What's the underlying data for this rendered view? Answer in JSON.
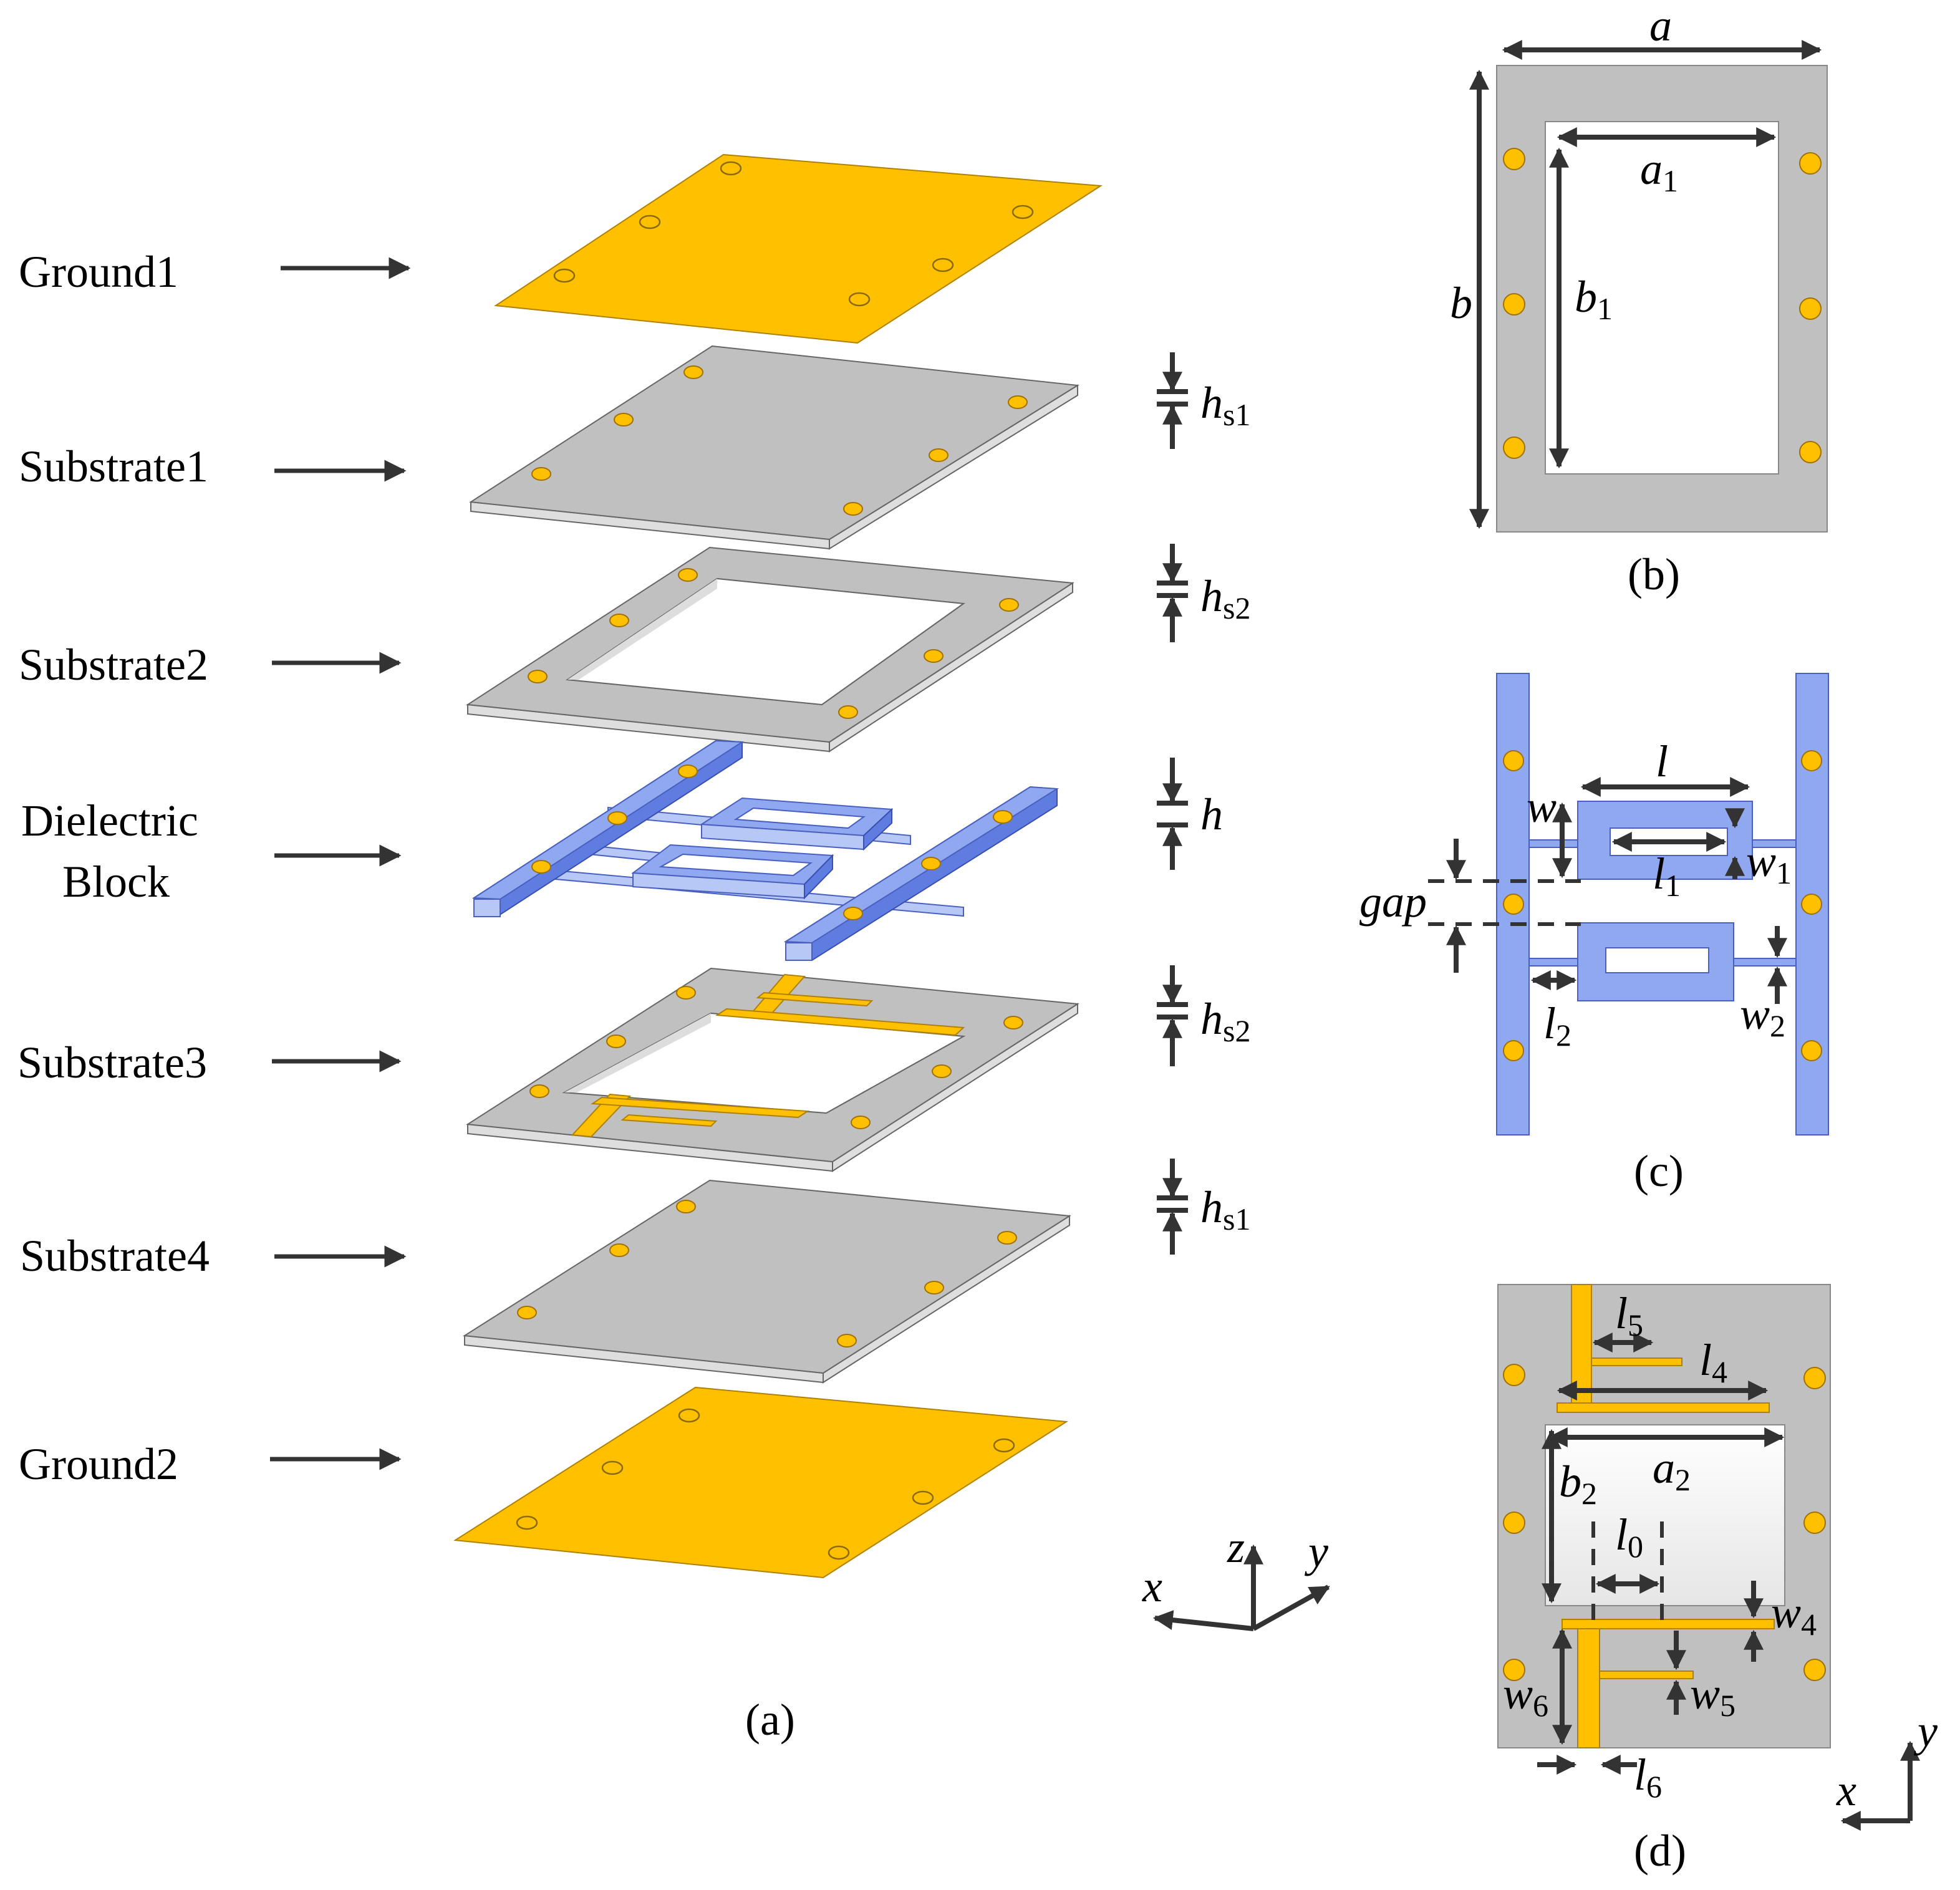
{
  "layers": {
    "ground1": "Ground1",
    "substrate1": "Substrate1",
    "substrate2": "Substrate2",
    "dielectric_line1": "Dielectric",
    "dielectric_line2": "Block",
    "substrate3": "Substrate3",
    "substrate4": "Substrate4",
    "ground2": "Ground2"
  },
  "thickness_labels": {
    "hs1_base": "h",
    "hs1_sub": "s1",
    "hs2_base": "h",
    "hs2_sub": "s2",
    "h": "h"
  },
  "axes_a": {
    "x": "x",
    "y": "y",
    "z": "z"
  },
  "axes_d": {
    "x": "x",
    "y": "y"
  },
  "panel_b": {
    "a": "a",
    "a1_base": "a",
    "a1_sub": "1",
    "b": "b",
    "b1_base": "b",
    "b1_sub": "1"
  },
  "panel_c": {
    "l": "l",
    "w": "w",
    "l1_base": "l",
    "l1_sub": "1",
    "w1_base": "w",
    "w1_sub": "1",
    "gap": "gap",
    "l2_base": "l",
    "l2_sub": "2",
    "w2_base": "w",
    "w2_sub": "2"
  },
  "panel_d": {
    "l5_base": "l",
    "l5_sub": "5",
    "l4_base": "l",
    "l4_sub": "4",
    "a2_base": "a",
    "a2_sub": "2",
    "b2_base": "b",
    "b2_sub": "2",
    "l0_base": "l",
    "l0_sub": "0",
    "w4_base": "w",
    "w4_sub": "4",
    "w5_base": "w",
    "w5_sub": "5",
    "w6_base": "w",
    "w6_sub": "6",
    "l6_base": "l",
    "l6_sub": "6"
  },
  "captions": {
    "a": "(a)",
    "b": "(b)",
    "c": "(c)",
    "d": "(d)"
  },
  "colors": {
    "copper": "#ffc000",
    "substrate": "#c0c0c0",
    "dielectric": "#8fa8f0"
  }
}
